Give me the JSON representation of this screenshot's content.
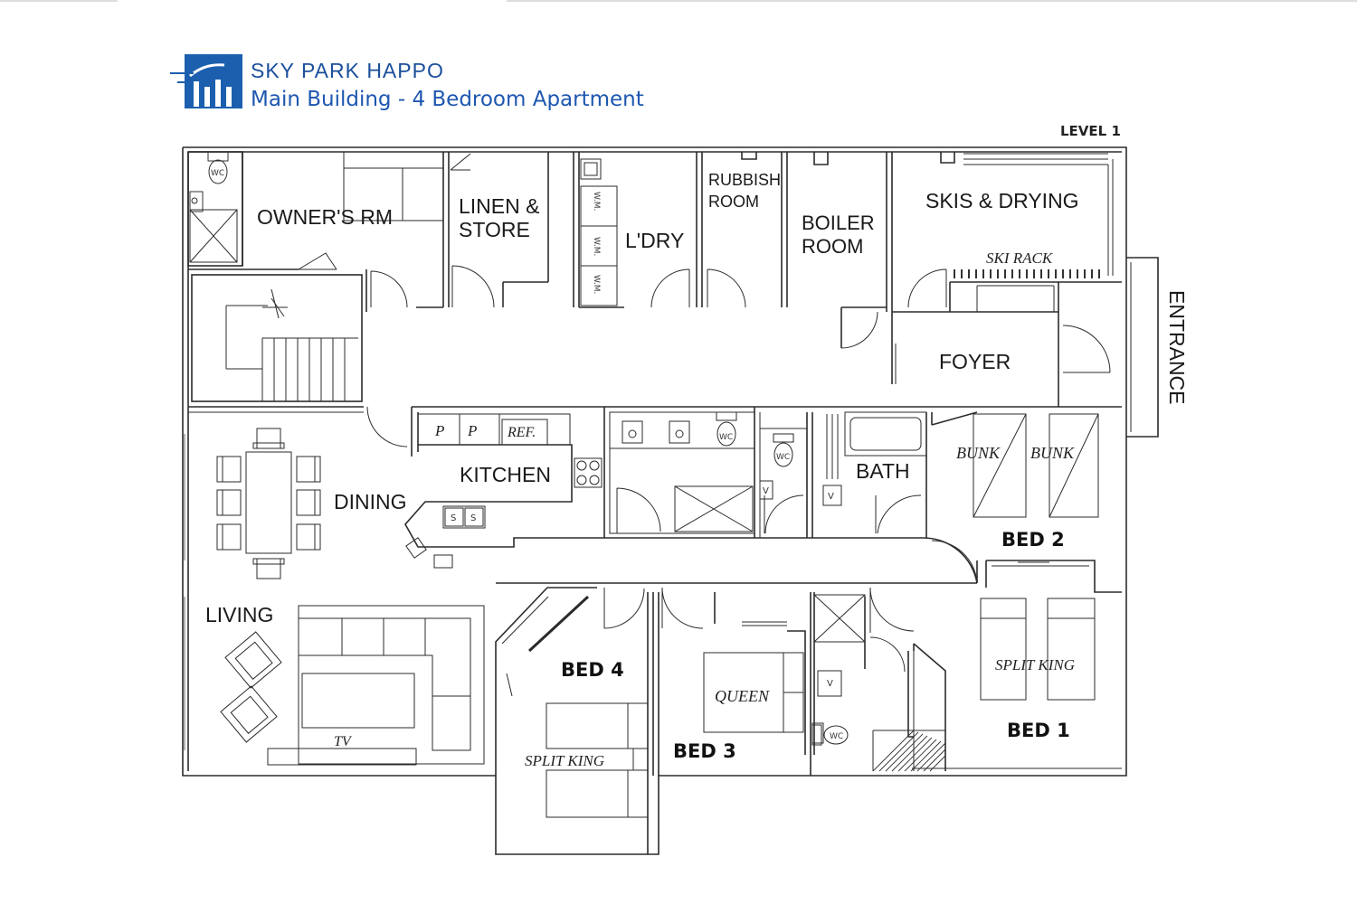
{
  "header": {
    "brand": "SKY PARK HAPPO",
    "subtitle": "Main Building - 4 Bedroom Apartment",
    "level": "LEVEL 1",
    "brand_color": "#1b4f9c",
    "subtitle_color": "#1e57b0"
  },
  "rooms": {
    "owners_rm": "OWNER'S RM",
    "linen_1": "LINEN &",
    "linen_2": "STORE",
    "laundry": "L'DRY",
    "rubbish_1": "RUBBISH",
    "rubbish_2": "ROOM",
    "boiler_1": "BOILER",
    "boiler_2": "ROOM",
    "skis": "SKIS & DRYING",
    "ski_rack": "SKI RACK",
    "foyer": "FOYER",
    "entrance": "ENTRANCE",
    "kitchen": "KITCHEN",
    "dining": "DINING",
    "bath": "BATH",
    "bed2": "BED 2",
    "bunk_a": "BUNK",
    "bunk_b": "BUNK",
    "living": "LIVING",
    "tv": "TV",
    "bed4": "BED 4",
    "split_king_4": "SPLIT KING",
    "bed3": "BED 3",
    "queen": "QUEEN",
    "bed1": "BED 1",
    "split_king_1": "SPLIT KING"
  },
  "fixtures": {
    "wc": "WC",
    "wm": "W.M.",
    "pantry": "P",
    "ref": "REF.",
    "sink": "S",
    "vanity": "V"
  }
}
